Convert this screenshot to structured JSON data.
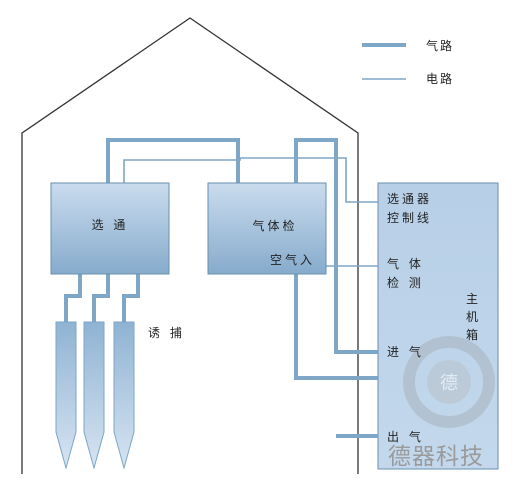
{
  "legend": {
    "gas_path": "气路",
    "circuit": "电路"
  },
  "boxes": {
    "selector": "选 通",
    "gas_detect": "气体检",
    "air_in": "空气入",
    "host_box_line1": "主",
    "host_box_line2": "机",
    "host_box_line3": "箱"
  },
  "host_labels": {
    "selector_ctrl_line1": "选通器",
    "selector_ctrl_line2": "控制线",
    "gas_detect_line1": "气 体",
    "gas_detect_line2": "检 测",
    "gas_in": "进 气",
    "gas_out": "出 气"
  },
  "probe_label": "诱 捕",
  "brand": "德器科技",
  "colors": {
    "pipe": "#7ea6c7",
    "wire": "#7ea6c7",
    "box_fill_top": "#cadcee",
    "box_fill_bottom": "#86abcc",
    "box_stroke": "#6a8fae",
    "house_stroke": "#333333"
  }
}
